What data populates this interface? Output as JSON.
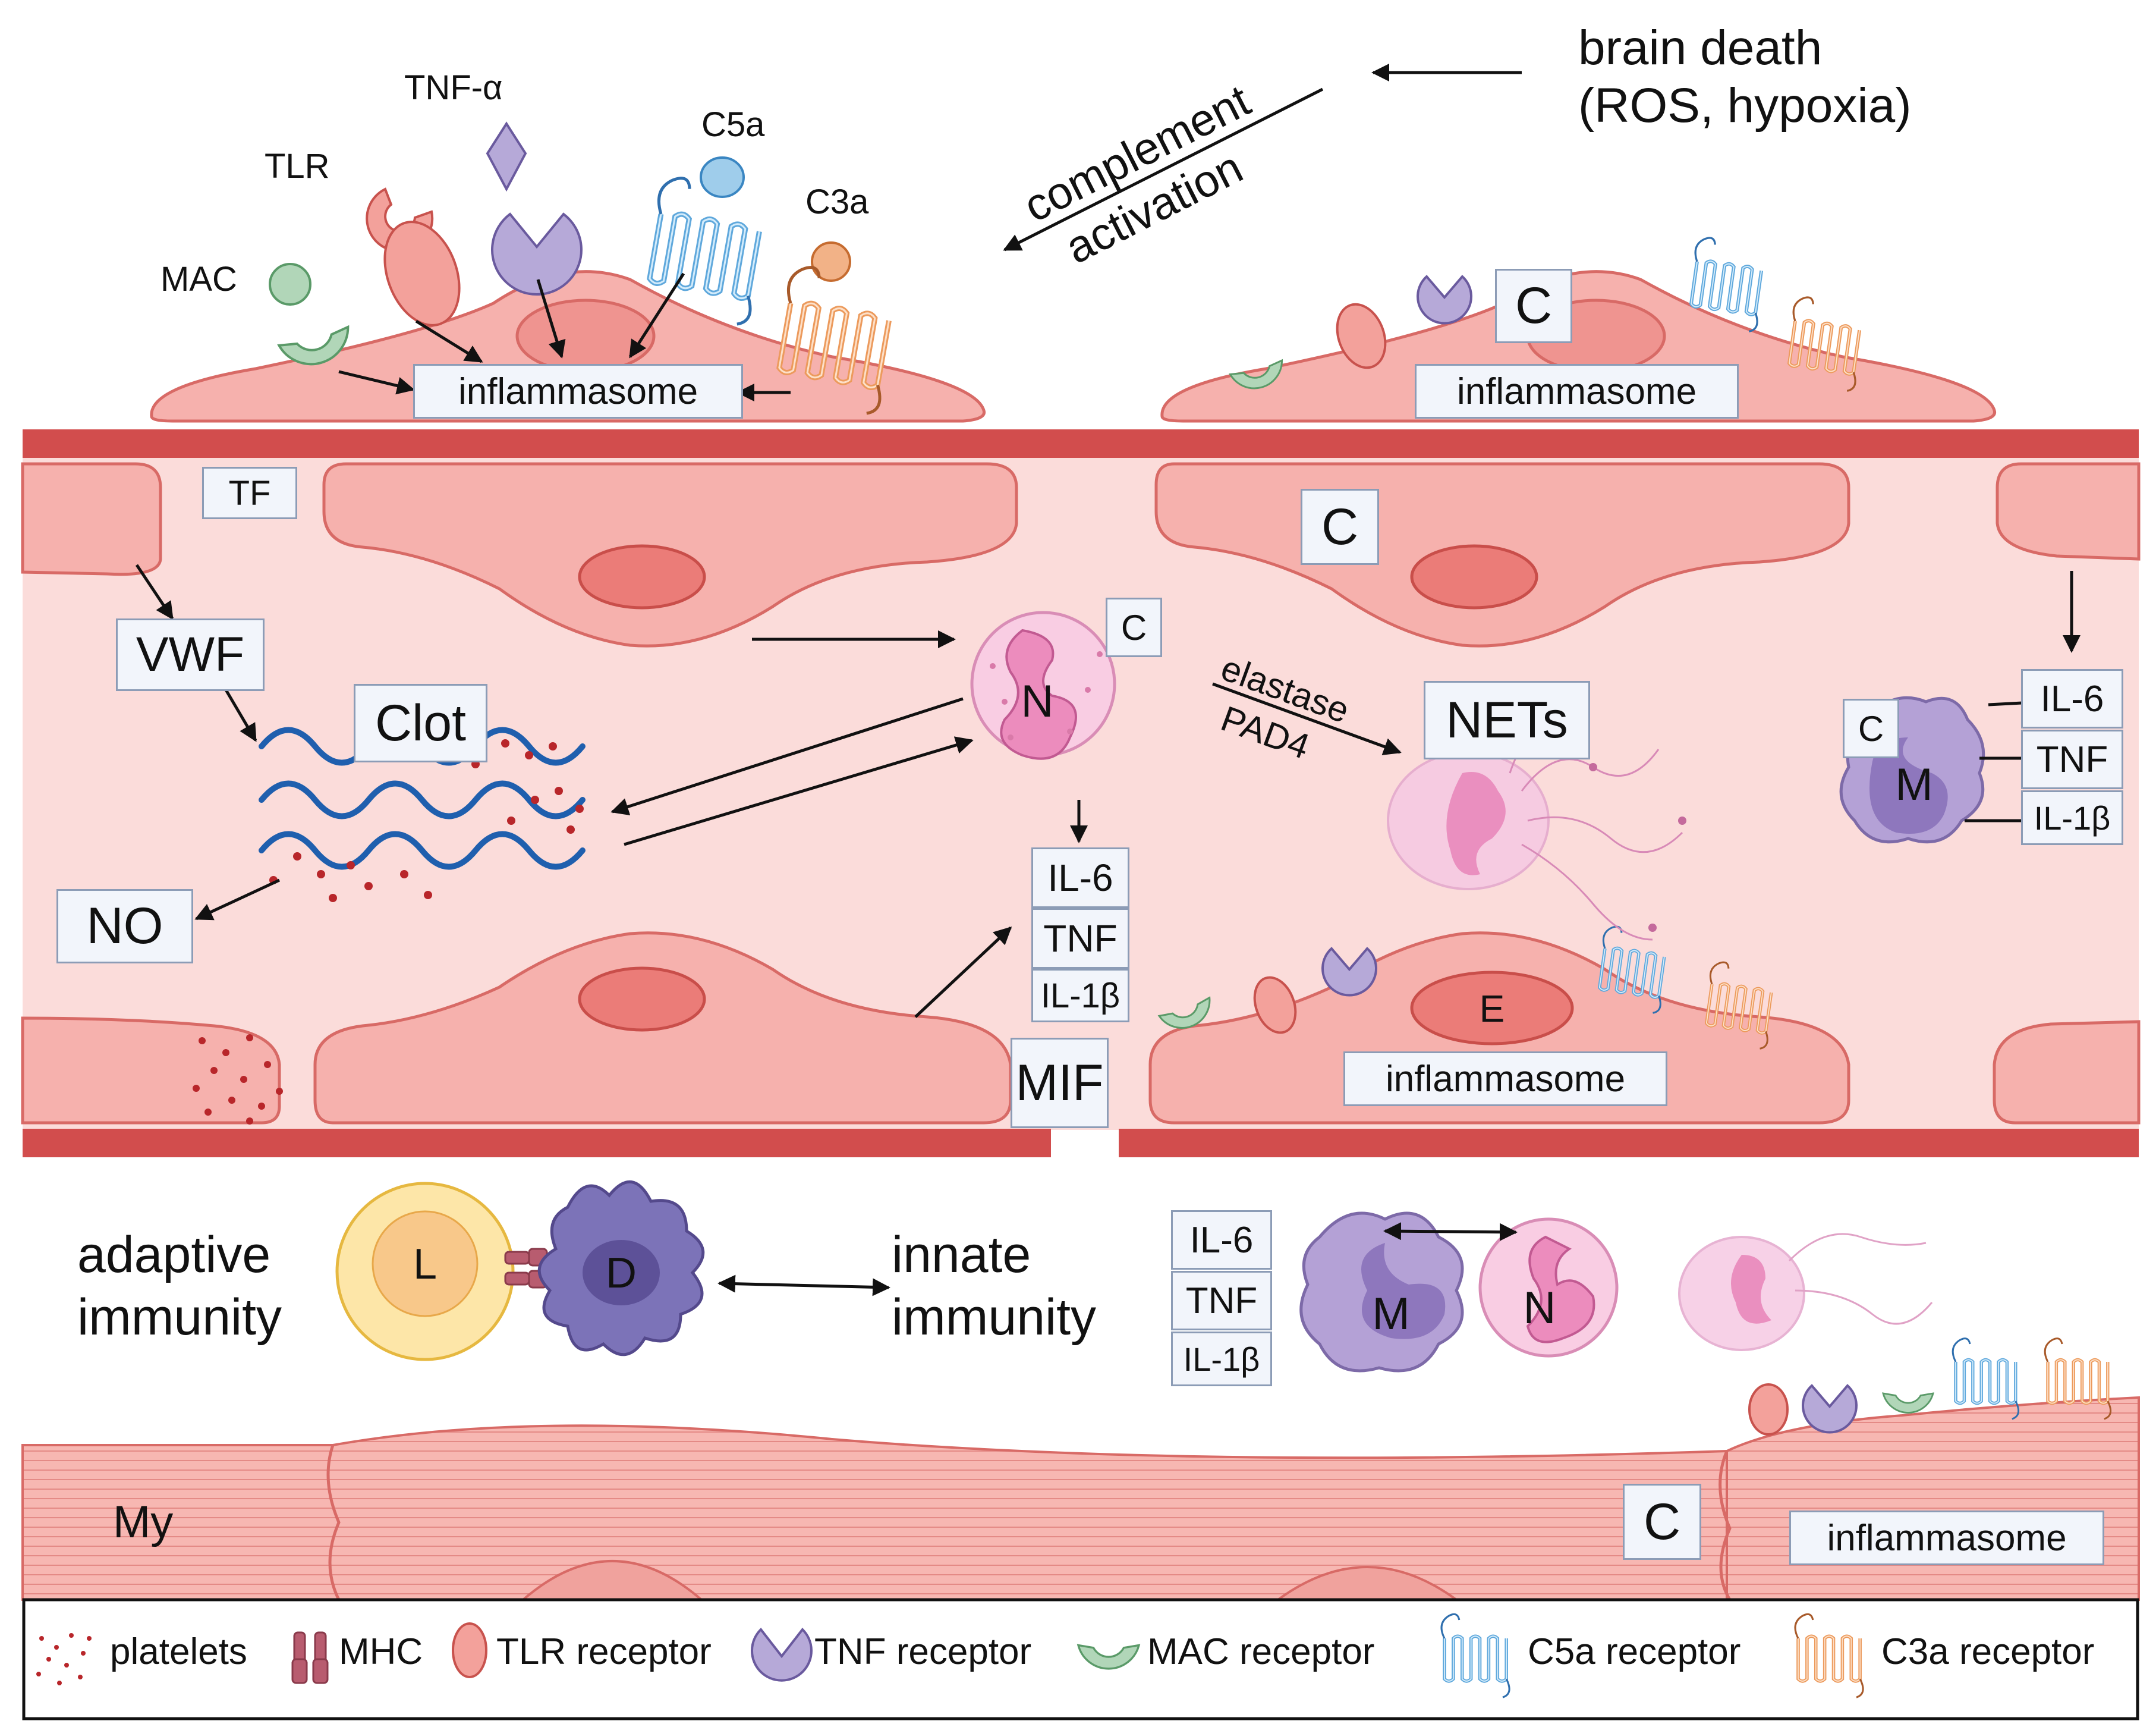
{
  "trigger": {
    "line1": "brain death",
    "line2": "(ROS, hypoxia)"
  },
  "complement_activation": {
    "line1": "complement",
    "line2": "activation"
  },
  "ligands": {
    "tnf_alpha": "TNF-α",
    "tlr": "TLR",
    "c5a": "C5a",
    "c3a": "C3a",
    "mac": "MAC"
  },
  "inflammasome": "inflammasome",
  "complement_label": "C",
  "tf": "TF",
  "vwf": "VWF",
  "clot": "Clot",
  "no": "NO",
  "neutrophil": "N",
  "macrophage": "M",
  "endothelium": "E",
  "lymphocyte": "L",
  "dendritic_cell": "D",
  "myocyte": "My",
  "elastase": "elastase",
  "pad4": "PAD4",
  "nets": "NETs",
  "mif": "MIF",
  "cytokines": [
    "IL-6",
    "TNF",
    "IL-1β"
  ],
  "adaptive": {
    "line1": "adaptive",
    "line2": "immunity"
  },
  "innate": {
    "line1": "innate",
    "line2": "immunity"
  },
  "legend": {
    "platelets": "platelets",
    "mhc": "MHC",
    "tlr_receptor": "TLR receptor",
    "tnf_receptor": "TNF receptor",
    "mac_receptor": "MAC receptor",
    "c5a_receptor": "C5a receptor",
    "c3a_receptor": "C3a receptor"
  },
  "colors": {
    "vessel_wall": "#d24d4d",
    "lumen": "#fbdcda",
    "endothelial_cell": "#f6b1ad",
    "nucleus": "#eb7c78",
    "neutrophil": "#f9cde3",
    "macrophage": "#b4a1d6",
    "tlr": "#f3a19b",
    "tnf": "#b6a9d8",
    "mac": "#b1d6b8",
    "c5a": "#9fcdeb",
    "c3a": "#f2b287",
    "clot": "#1f5fae"
  }
}
